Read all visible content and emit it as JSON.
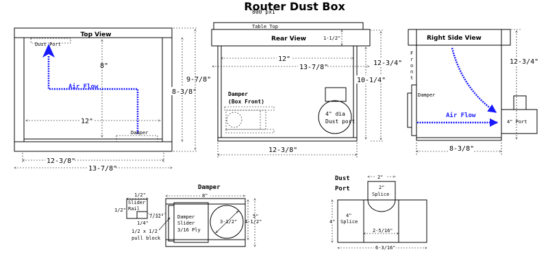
{
  "title": "Router  Dust Box",
  "subtitle": "800 px1",
  "colors": {
    "flow": "#1a1aff",
    "line": "#000000",
    "background": "#ffffff"
  },
  "top_view": {
    "label": "Top View",
    "dust_port": "Dust Port",
    "air_flow": "Air Flow",
    "damper": "Damper",
    "dim_8": "8\"",
    "dim_12": "12\"",
    "dim_9_7_8": "9-7/8\"",
    "dim_8_3_8": "8-3/8\"",
    "dim_12_3_8": "12-3/8\"",
    "dim_13_7_8": "13-7/8\""
  },
  "rear_view": {
    "label": "Rear View",
    "table_top": "Table Top",
    "dim_1_1_2": "1-1/2\"",
    "dim_12": "12\"",
    "dim_13_7_8": "13-7/8\"",
    "dim_12_3_4": "12-3/4\"",
    "dim_10_1_4": "10-1/4\"",
    "dim_12_3_8": "12-3/8\"",
    "damper_line1": "Damper",
    "damper_line2": "(Box Front)",
    "port_line1": "4\" dia",
    "port_line2": "Dust port"
  },
  "side_view": {
    "label": "Right Side View",
    "front": "Front",
    "damper": "Damper",
    "air_flow": "Air Flow",
    "port": "4\" Port",
    "dim_12_3_4": "12-3/4\"",
    "dim_8_3_8": "8-3/8\""
  },
  "damper_detail": {
    "label": "Damper",
    "dim_8": "8\"",
    "dim_half": "1/2\"",
    "slider_rail_1": "Slider",
    "slider_rail_2": "Rail",
    "dim_half_left": "1/2\"",
    "dim_7_32": "7/32\"",
    "dim_1_4": "1/4\"",
    "pull_block_1": "1/2 x 1/2",
    "pull_block_2": "pull block",
    "slider_1": "Damper",
    "slider_2": "Slider",
    "slider_3": "3/16 Ply",
    "dim_3_1_2": "3-1/2\"",
    "dim_4_1_2": "4-1/2\"",
    "dim_5": "5\""
  },
  "dust_port_detail": {
    "label_1": "Dust",
    "label_2": "Port",
    "dim_2": "2\"",
    "splice_2_a": "2\"",
    "splice_2_b": "Splice",
    "splice_4_a": "4\"",
    "splice_4_b": "Splice",
    "dim_4": "4\"",
    "dim_2_5_16": "2-5/16\"",
    "dim_6_3_16": "6-3/16\""
  }
}
